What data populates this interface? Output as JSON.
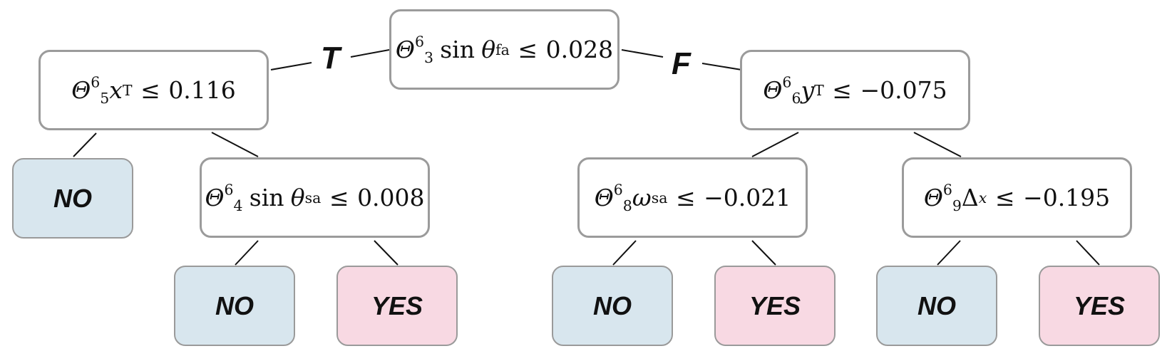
{
  "colors": {
    "no_fill": "#d8e6ee",
    "yes_fill": "#f8d9e3",
    "node_border": "#9b9b9b",
    "edge": "#111111"
  },
  "branches": {
    "true_label": "T",
    "false_label": "F"
  },
  "nodes": {
    "root": {
      "base": "Θ",
      "sup": "6",
      "sub": "3",
      "fn": "sin",
      "var": "θ",
      "var_sub": "fa",
      "op": "≤",
      "threshold": "0.028"
    },
    "left": {
      "base": "Θ",
      "sup": "6",
      "sub": "5",
      "var": "x",
      "var_sub": "T",
      "op": "≤",
      "threshold": "0.116"
    },
    "right": {
      "base": "Θ",
      "sup": "6",
      "sub": "6",
      "var": "y",
      "var_sub": "T",
      "op": "≤",
      "threshold": "−0.075"
    },
    "left_right": {
      "base": "Θ",
      "sup": "6",
      "sub": "4",
      "fn": "sin",
      "var": "θ",
      "var_sub": "sa",
      "op": "≤",
      "threshold": "0.008"
    },
    "right_left": {
      "base": "Θ",
      "sup": "6",
      "sub": "8",
      "var": "ω",
      "var_sub": "sa",
      "op": "≤",
      "threshold": "−0.021"
    },
    "right_right": {
      "base": "Θ",
      "sup": "6",
      "sub": "9",
      "var": "Δ",
      "var_sub": "x",
      "op": "≤",
      "threshold": "−0.195"
    }
  },
  "leaves": {
    "l1": "NO",
    "l2": "NO",
    "l3": "YES",
    "l4": "NO",
    "l5": "YES",
    "l6": "NO",
    "l7": "YES"
  }
}
